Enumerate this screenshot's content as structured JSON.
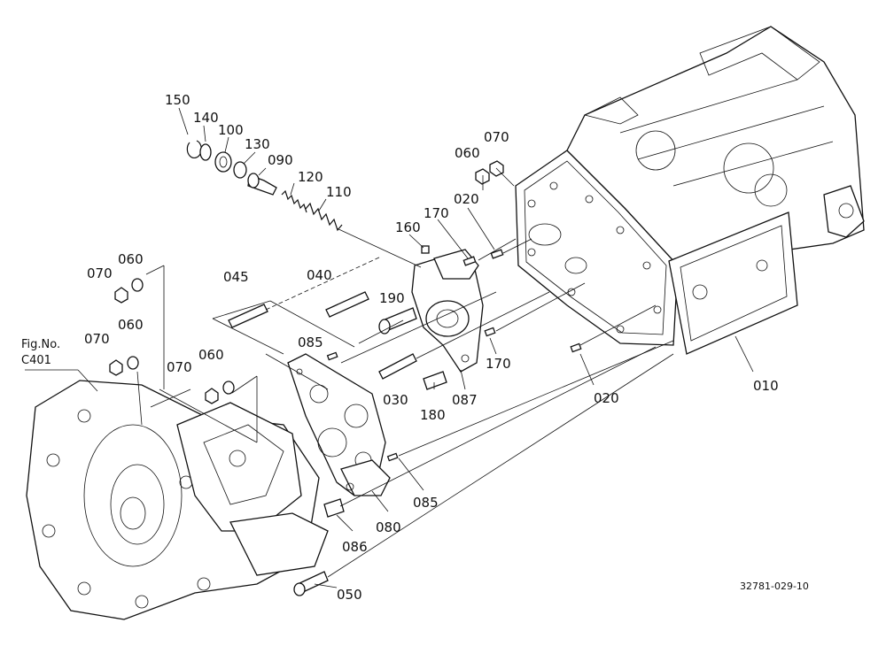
{
  "diagram": {
    "reference": {
      "line1": "Fig.No.",
      "line2": "C401"
    },
    "drawing_number": "32781-029-10",
    "callouts": [
      {
        "id": "c150",
        "label": "150"
      },
      {
        "id": "c140",
        "label": "140"
      },
      {
        "id": "c100",
        "label": "100"
      },
      {
        "id": "c130",
        "label": "130"
      },
      {
        "id": "c090",
        "label": "090"
      },
      {
        "id": "c120",
        "label": "120"
      },
      {
        "id": "c110",
        "label": "110"
      },
      {
        "id": "c060a",
        "label": "060"
      },
      {
        "id": "c070a",
        "label": "070"
      },
      {
        "id": "c020a",
        "label": "020"
      },
      {
        "id": "c170a",
        "label": "170"
      },
      {
        "id": "c160",
        "label": "160"
      },
      {
        "id": "c060b",
        "label": "060"
      },
      {
        "id": "c070b",
        "label": "070"
      },
      {
        "id": "c045",
        "label": "045"
      },
      {
        "id": "c040",
        "label": "040"
      },
      {
        "id": "c190",
        "label": "190"
      },
      {
        "id": "c060c",
        "label": "060"
      },
      {
        "id": "c070c",
        "label": "070"
      },
      {
        "id": "c085a",
        "label": "085"
      },
      {
        "id": "c070d",
        "label": "070"
      },
      {
        "id": "c060d",
        "label": "060"
      },
      {
        "id": "c170b",
        "label": "170"
      },
      {
        "id": "c010",
        "label": "010"
      },
      {
        "id": "c030",
        "label": "030"
      },
      {
        "id": "c087",
        "label": "087"
      },
      {
        "id": "c020b",
        "label": "020"
      },
      {
        "id": "c180",
        "label": "180"
      },
      {
        "id": "c085b",
        "label": "085"
      },
      {
        "id": "c080",
        "label": "080"
      },
      {
        "id": "c086",
        "label": "086"
      },
      {
        "id": "c050",
        "label": "050"
      }
    ]
  }
}
